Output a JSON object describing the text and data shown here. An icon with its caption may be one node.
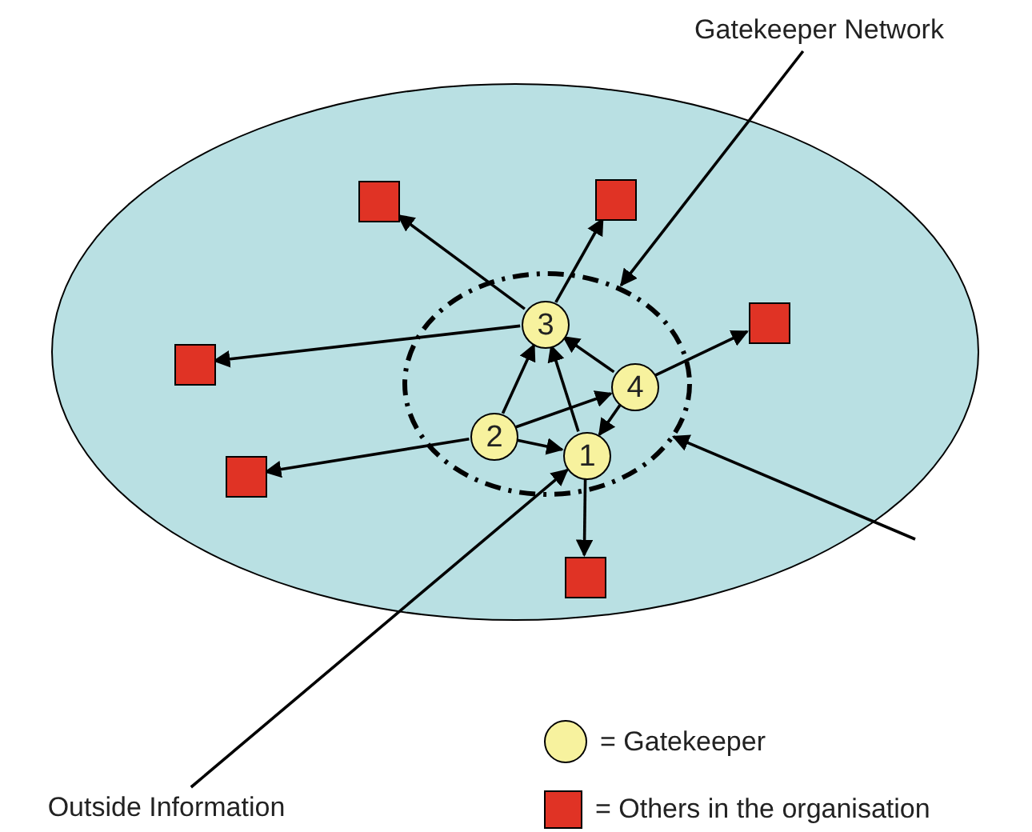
{
  "diagram": {
    "nodes": [
      {
        "text": [],
        "shape": "ellipse"
      },
      {
        "text": [],
        "shape": "circle",
        "in": 0
      },
      {
        "text": [
          "3"
        ],
        "in": 1
      },
      {
        "text": [
          "4"
        ],
        "in": 1
      },
      {
        "text": [
          "2"
        ],
        "in": 1
      },
      {
        "text": [
          "1"
        ],
        "in": 1
      },
      {
        "text": [],
        "shape": "box",
        "in": 0
      },
      {
        "text": [],
        "shape": "box",
        "in": 0
      },
      {
        "text": [],
        "shape": "box",
        "in": 0
      },
      {
        "text": [],
        "shape": "box",
        "in": 0
      },
      {
        "text": [],
        "shape": "box",
        "in": 0
      },
      {
        "text": [],
        "shape": "box",
        "in": 0
      },
      {
        "text": [
          "Gatekeeper Network"
        ]
      },
      {
        "text": [
          "Outside Information"
        ]
      }
    ],
    "edges": [
      {
        "from": 2,
        "to": 6,
        "arrow": "to"
      },
      {
        "from": 2,
        "to": 7,
        "arrow": "to"
      },
      {
        "from": 2,
        "to": 9,
        "arrow": "to"
      },
      {
        "from": 4,
        "to": 2,
        "arrow": "to"
      },
      {
        "from": 4,
        "to": 3,
        "arrow": "to"
      },
      {
        "from": 4,
        "to": 5,
        "arrow": "to"
      },
      {
        "from": 4,
        "to": 10,
        "arrow": "to"
      },
      {
        "from": 5,
        "to": 2,
        "arrow": "to"
      },
      {
        "from": 3,
        "to": 2,
        "arrow": "to"
      },
      {
        "from": 3,
        "to": 5,
        "arrow": "to"
      },
      {
        "from": 3,
        "to": 8,
        "arrow": "to"
      },
      {
        "from": 5,
        "to": 11,
        "arrow": "to"
      },
      {
        "from": 12,
        "to": 1,
        "arrow": "to"
      },
      {
        "from": 13,
        "to": 5,
        "arrow": "to"
      },
      {
        "from": null,
        "to": 1,
        "arrow": "to"
      }
    ],
    "legend": [
      {
        "text": "= Gatekeeper",
        "color": "#f7f29e"
      },
      {
        "text": "= Others in the organisation",
        "color": "#e03325"
      }
    ]
  }
}
